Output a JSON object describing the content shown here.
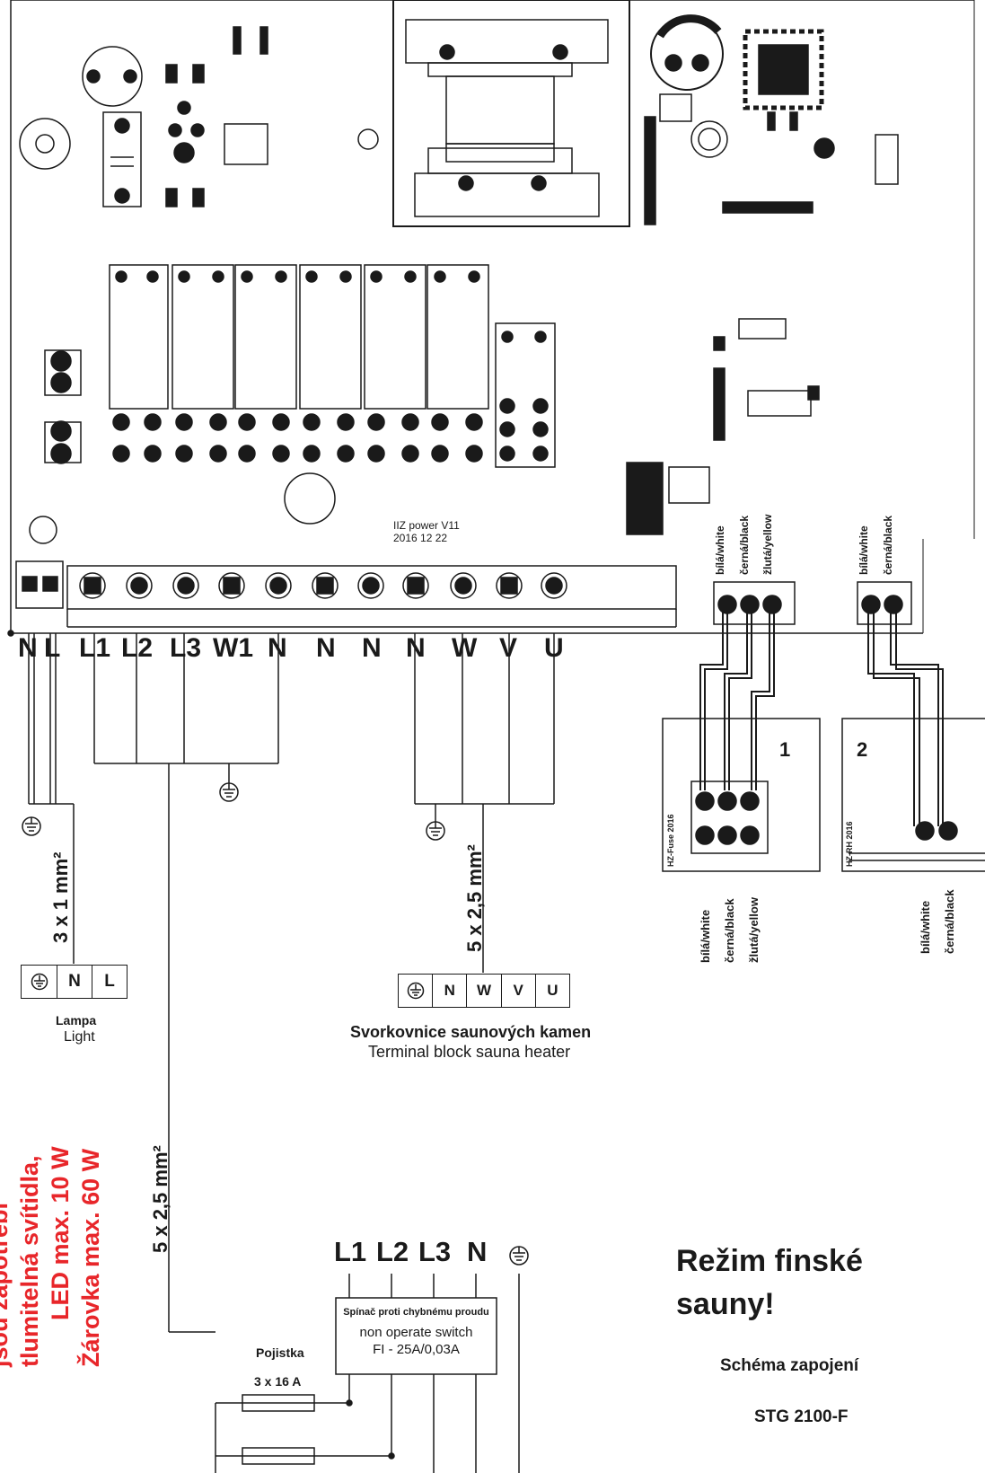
{
  "board": {
    "pcb_label_line1": "IIZ power V11",
    "pcb_label_line2": "2016 12 22"
  },
  "terminals": {
    "left_pair": [
      "N",
      "L"
    ],
    "main": [
      "L1",
      "L2",
      "L3",
      "W1",
      "N",
      "N",
      "N",
      "N",
      "W",
      "V",
      "U"
    ]
  },
  "sensor_connector_1": {
    "wires_top": [
      "bílá/white",
      "černá/black",
      "žlutá/yellow"
    ],
    "module_number": "1",
    "module_code": "HZ-Fuse 2016",
    "wires_bottom": [
      "bílá/white",
      "černá/black",
      "žlutá/yellow"
    ]
  },
  "sensor_connector_2": {
    "wires_top": [
      "bílá/white",
      "černá/black"
    ],
    "module_number": "2",
    "module_code": "HZ-RH 2016",
    "wires_bottom": [
      "bílá/white",
      "černá/black"
    ]
  },
  "lamp": {
    "cable": "3 x 1 mm²",
    "terminals": [
      "N",
      "L"
    ],
    "title": "Lampa",
    "subtitle": "Light"
  },
  "heater": {
    "cable": "5 x 2,5 mm²",
    "terminals": [
      "N",
      "W",
      "V",
      "U"
    ],
    "title": "Svorkovnice saunových kamen",
    "subtitle": "Terminal block sauna heater"
  },
  "supply": {
    "cable": "5 x 2,5 mm²",
    "terminals": [
      "L1",
      "L2",
      "L3",
      "N"
    ],
    "rcd_line1": "Spínač proti chybnému proudu",
    "rcd_line2": "non operate switch",
    "rcd_line3": "FI - 25A/0,03A",
    "fuse_title": "Pojistka",
    "fuse_value": "3 x 16 A"
  },
  "warning": {
    "line1": "jsou zapotřebí",
    "line2": "tlumitelná svítidla,",
    "line3": "LED max. 10 W",
    "line4": "Žárovka max. 60 W",
    "color": "#e8262a"
  },
  "mode_title_line1": "Režim finské",
  "mode_title_line2": "sauny!",
  "schema_label": "Schéma zapojení",
  "model": "STG 2100-F",
  "icons": {
    "ground": "ground-symbol-icon"
  }
}
